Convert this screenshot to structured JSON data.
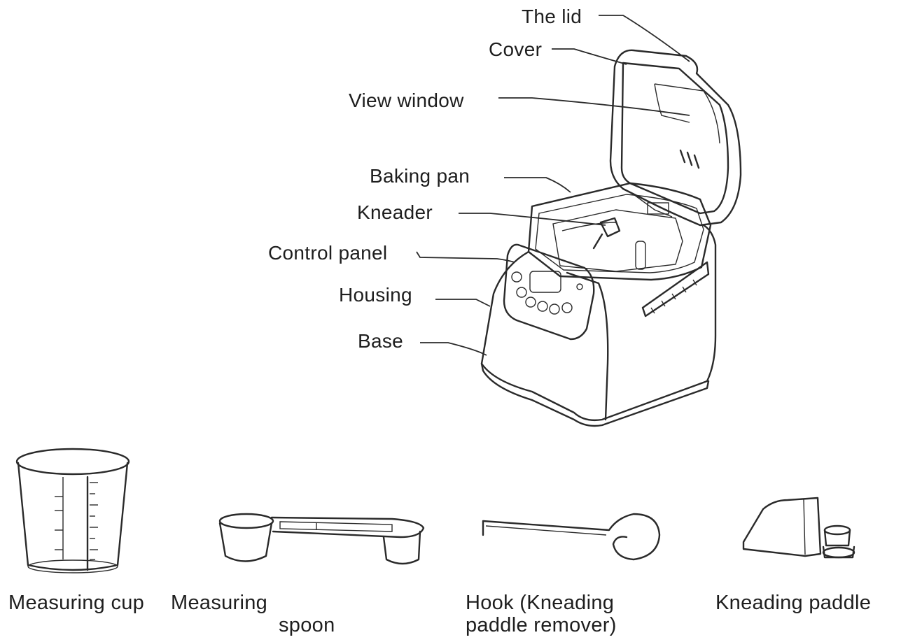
{
  "labels": {
    "lid": "The lid",
    "cover": "Cover",
    "view_window": "View window",
    "baking_pan": "Baking pan",
    "kneader": "Kneader",
    "control_panel": "Control panel",
    "housing": "Housing",
    "base": "Base"
  },
  "accessories": {
    "measuring_cup": "Measuring cup",
    "measuring_spoon_line1": "Measuring",
    "measuring_spoon_line2": "spoon",
    "hook_line1": "Hook (Kneading",
    "hook_line2": "paddle remover)",
    "kneading_paddle": "Kneading paddle"
  },
  "icons": [
    "bread-maker-icon",
    "measuring-cup-icon",
    "measuring-spoon-icon",
    "hook-icon",
    "kneading-paddle-icon"
  ]
}
